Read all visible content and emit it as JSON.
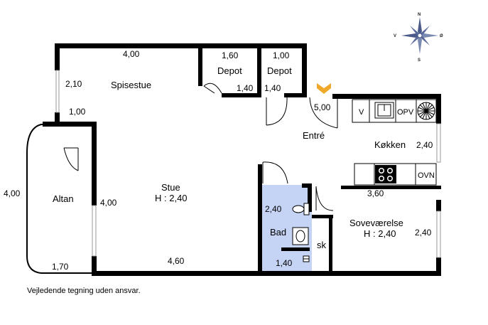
{
  "rooms": {
    "spisestue": "Spisestue",
    "depot_left": "Depot",
    "depot_right": "Depot",
    "entre": "Entré",
    "kokken": "Køkken",
    "stue": "Stue",
    "stue_height": "H : 2,40",
    "altan": "Altan",
    "bad": "Bad",
    "sovevaerelse": "Soveværelse",
    "sovevaerelse_height": "H : 2,40",
    "sk": "sk"
  },
  "dimensions": {
    "spisestue_width": "4,00",
    "spisestue_window_left": "2,10",
    "spisestue_depth": "1,00",
    "depot_left_width": "1,60",
    "depot_left_depth": "1,40",
    "depot_right_width": "1,00",
    "depot_right_depth": "1,40",
    "entre_width": "5,00",
    "kokken_depth": "2,40",
    "altan_length": "4,00",
    "altan_width": "1,70",
    "stue_depth": "4,00",
    "stue_width": "4,60",
    "bad_depth": "2,40",
    "bad_width": "1,40",
    "sovevaerelse_width": "3,60",
    "sovevaerelse_depth": "2,40"
  },
  "kitchen": {
    "v": "V",
    "opv": "OPV",
    "ovn": "OVN"
  },
  "compass": {
    "n": "N",
    "s": "S",
    "v": "V",
    "o": "Ø"
  },
  "colors": {
    "wall": "#000000",
    "bathroom": "#c5d3f5",
    "entrance_marker": "#f0a92a",
    "window": "#9a9a9a"
  },
  "disclaimer": "Vejledende tegning uden ansvar."
}
